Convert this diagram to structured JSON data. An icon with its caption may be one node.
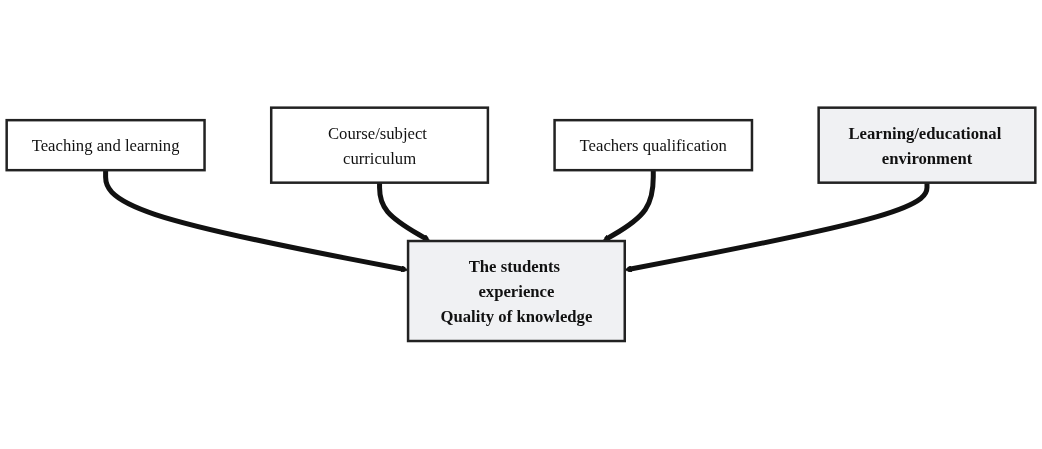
{
  "diagram": {
    "nodes": [
      {
        "text": [
          "Teaching and learning"
        ]
      },
      {
        "text": [
          "Course/subject curriculum"
        ]
      },
      {
        "text": [
          "The students experience",
          "Quality of knowledge"
        ]
      },
      {
        "text": [
          "Teachers qualification"
        ]
      },
      {
        "text": [
          "Learning/educational environment"
        ]
      }
    ],
    "edges": [
      {
        "from": 0,
        "to": 2,
        "arrow": "to"
      },
      {
        "from": 1,
        "to": 2,
        "arrow": "to"
      },
      {
        "from": 3,
        "to": 2,
        "arrow": "to"
      },
      {
        "from": 4,
        "to": 2,
        "arrow": "to"
      }
    ]
  }
}
